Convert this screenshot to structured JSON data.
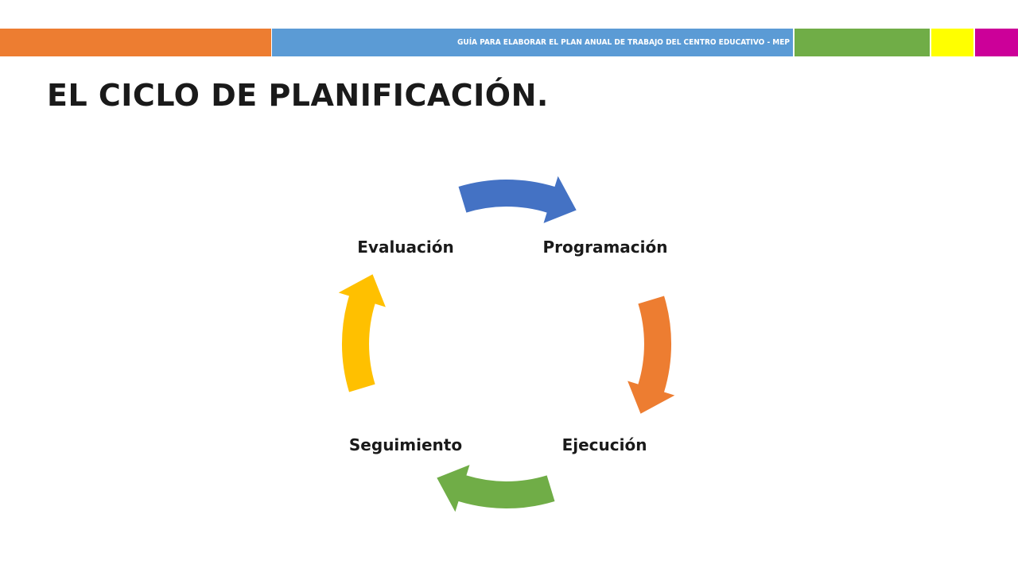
{
  "header": {
    "banner_text": "GUÍA PARA ELABORAR EL PLAN ANUAL DE TRABAJO DEL CENTRO EDUCATIVO - MEP",
    "colors": [
      "#ED7D31",
      "#5B9BD5",
      "#70AD47",
      "#FFFF00",
      "#CC0099"
    ]
  },
  "title": "EL CICLO DE PLANIFICACIÓN.",
  "cycle": {
    "nodes": [
      "Programación",
      "Ejecución",
      "Seguimiento",
      "Evaluación"
    ],
    "arrows": [
      {
        "from": "Evaluación",
        "to": "Programación",
        "color": "#4472C4"
      },
      {
        "from": "Programación",
        "to": "Ejecución",
        "color": "#ED7D31"
      },
      {
        "from": "Ejecución",
        "to": "Seguimiento",
        "color": "#70AD47"
      },
      {
        "from": "Seguimiento",
        "to": "Evaluación",
        "color": "#FFC000"
      }
    ]
  }
}
